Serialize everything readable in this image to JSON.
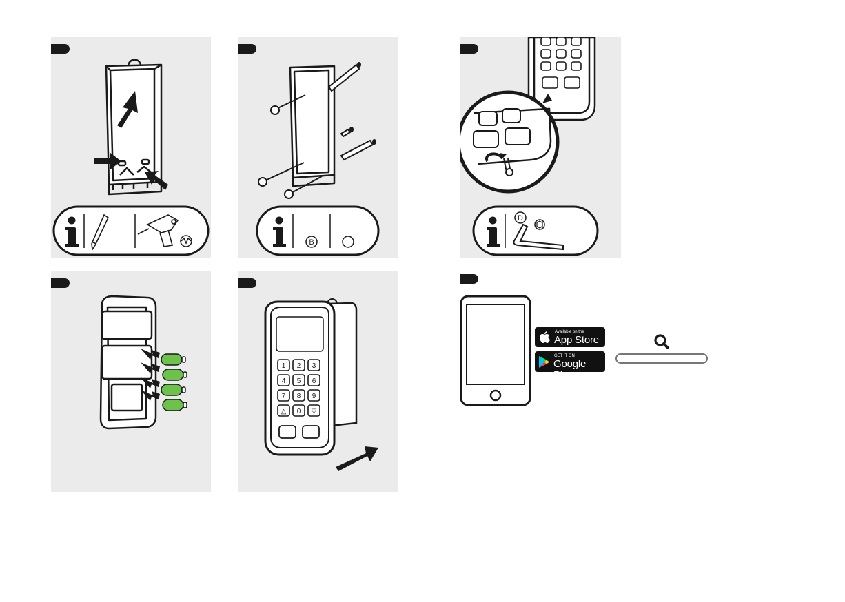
{
  "panels": [
    {
      "id": "mount-plate-mark",
      "info_panel": true
    },
    {
      "id": "screws-and-plugs",
      "info_panel": true,
      "part_letter": "B"
    },
    {
      "id": "fix-screw",
      "info_panel": true,
      "part_letter": "D"
    },
    {
      "id": "insert-batteries",
      "info_panel": false
    },
    {
      "id": "attach-keypad",
      "info_panel": false
    },
    {
      "id": "download-app",
      "info_panel": false
    }
  ],
  "keypad_keys": [
    "1",
    "2",
    "3",
    "4",
    "5",
    "6",
    "7",
    "8",
    "9",
    "△",
    "0",
    "▽"
  ],
  "app_store": {
    "small": "Available on the",
    "big": "App Store"
  },
  "google_play": {
    "small": "GET IT ON",
    "big": "Google Play"
  },
  "icons": [
    "info-icon",
    "pencil-icon",
    "drill-icon",
    "allen-key-icon",
    "search-icon",
    "apple-icon",
    "play-icon",
    "phone-icon"
  ]
}
